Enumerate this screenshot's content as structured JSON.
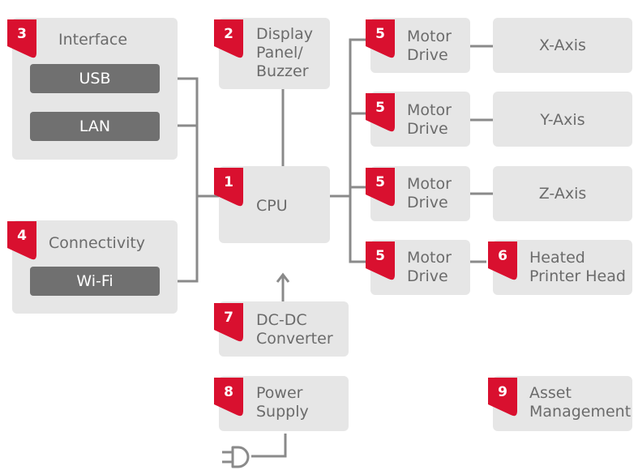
{
  "accent_color": "#d9102f",
  "box_color": "#e6e6e6",
  "pill_color": "#707070",
  "line_color": "#8a8a8a",
  "blocks": {
    "interface": {
      "number": "3",
      "label": "Interface",
      "usb": "USB",
      "lan": "LAN"
    },
    "connectivity": {
      "number": "4",
      "label": "Connectivity",
      "wifi": "Wi-Fi"
    },
    "display": {
      "number": "2",
      "label": "Display\nPanel/\nBuzzer"
    },
    "cpu": {
      "number": "1",
      "label": "CPU"
    },
    "dcdc": {
      "number": "7",
      "label": "DC-DC\nConverter"
    },
    "power": {
      "number": "8",
      "label": "Power\nSupply"
    },
    "motor1": {
      "number": "5",
      "label": "Motor\nDrive"
    },
    "motor2": {
      "number": "5",
      "label": "Motor\nDrive"
    },
    "motor3": {
      "number": "5",
      "label": "Motor\nDrive"
    },
    "motor4": {
      "number": "5",
      "label": "Motor\nDrive"
    },
    "xaxis": {
      "label": "X-Axis"
    },
    "yaxis": {
      "label": "Y-Axis"
    },
    "zaxis": {
      "label": "Z-Axis"
    },
    "heated": {
      "number": "6",
      "label": "Heated\nPrinter Head"
    },
    "asset": {
      "number": "9",
      "label": "Asset\nManagement"
    }
  },
  "icons": {
    "plug": "power-plug-icon",
    "arrow": "arrow-up-icon"
  }
}
